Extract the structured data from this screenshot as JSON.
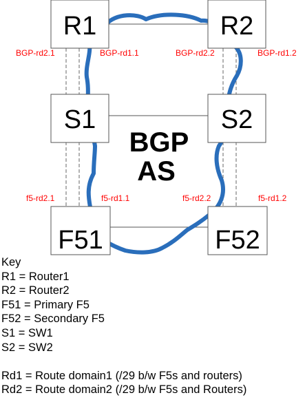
{
  "colors": {
    "cloud": "#2a6ebb",
    "interface_label": "#ff0000",
    "box_border": "#555555"
  },
  "nodes": {
    "r1": "R1",
    "r2": "R2",
    "s1": "S1",
    "s2": "S2",
    "f51": "F51",
    "f52": "F52"
  },
  "as_label": {
    "line1": "BGP",
    "line2": "AS"
  },
  "interfaces": {
    "r1_left": "BGP-rd2.1",
    "r1_right": "BGP-rd1.1",
    "r2_left": "BGP-rd2.2",
    "r2_right": "BGP-rd1.2",
    "f51_left": "f5-rd2.1",
    "f51_right": "f5-rd1.1",
    "f52_left": "f5-rd2.2",
    "f52_right": "f5-rd1.2"
  },
  "key": {
    "title": "Key",
    "items": [
      "R1 = Router1",
      "R2 = Router2",
      "F51 = Primary F5",
      "F52 = Secondary F5",
      "S1 = SW1",
      "S2 = SW2"
    ],
    "route_domains": [
      "Rd1 = Route domain1 (/29 b/w F5s and routers)",
      "Rd2 = Route domain2 (/29 b/w F5s and Routers)"
    ]
  }
}
